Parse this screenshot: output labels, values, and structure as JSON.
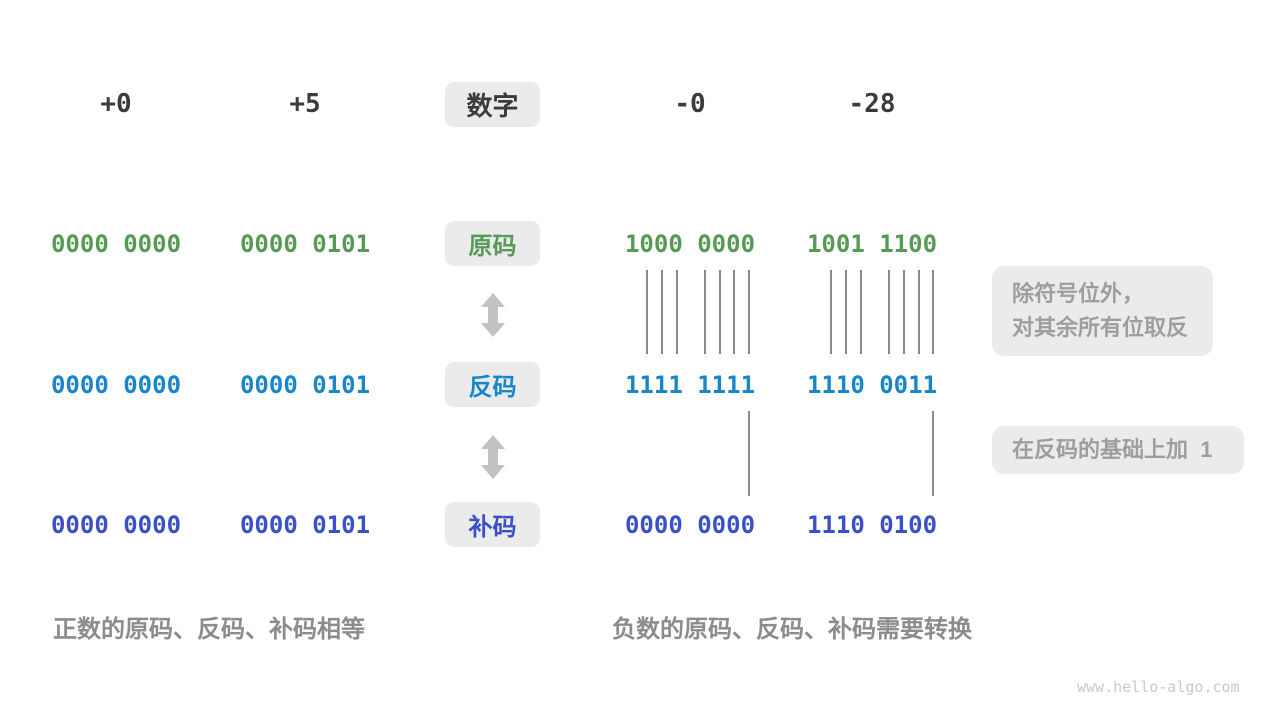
{
  "header": {
    "plus0": "+0",
    "plus5": "+5",
    "label": "数字",
    "minus0": "-0",
    "minus28": "-28"
  },
  "rows": [
    {
      "key": "sign-magnitude",
      "label": "原码",
      "color": "#569a56",
      "values": [
        "0000 0000",
        "0000 0101",
        "1000 0000",
        "1001 1100"
      ]
    },
    {
      "key": "ones-complement",
      "label": "反码",
      "color": "#1886c8",
      "values": [
        "0000 0000",
        "0000 0101",
        "1111 1111",
        "1110 0011"
      ]
    },
    {
      "key": "twos-complement",
      "label": "补码",
      "color": "#3a4fc8",
      "values": [
        "0000 0000",
        "0000 0101",
        "0000 0000",
        "1110 0100"
      ]
    }
  ],
  "annotations": {
    "invert_line1": "除符号位外，",
    "invert_line2": "对其余所有位取反",
    "add_one": "在反码的基础上加  1"
  },
  "captions": {
    "positive": "正数的原码、反码、补码相等",
    "negative": "负数的原码、反码、补码需要转换"
  },
  "watermark": "www.hello-algo.com",
  "colors": {
    "positive_text": "#3b3b3b",
    "sign_magnitude": "#569a56",
    "ones_complement": "#1886c8",
    "twos_complement": "#3a4fc8",
    "box_bg": "#ebebeb",
    "annotation_text": "#9e9e9e",
    "caption_text": "#8c8c8c",
    "arrow": "#c2c2c2",
    "line": "#8a8a8a"
  }
}
